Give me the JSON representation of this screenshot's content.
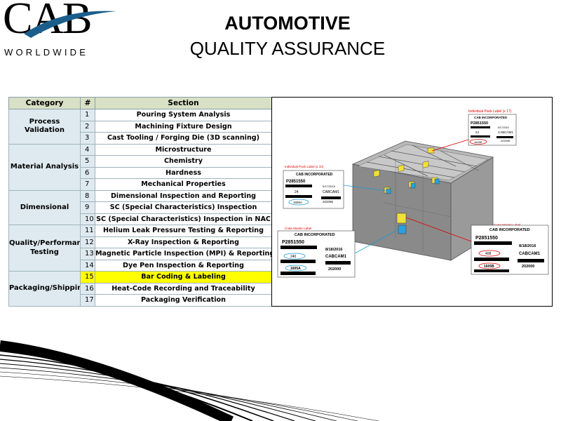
{
  "logo": {
    "main": "CAB",
    "sub": "WORLDWIDE"
  },
  "title": {
    "line1": "AUTOMOTIVE",
    "line2": "QUALITY ASSURANCE"
  },
  "table": {
    "headers": {
      "category": "Category",
      "num": "#",
      "section": "Section"
    },
    "groups": [
      {
        "category": "Process Validation",
        "rows": [
          {
            "num": "1",
            "section": "Pouring System Analysis"
          },
          {
            "num": "2",
            "section": "Machining Fixture Design"
          },
          {
            "num": "3",
            "section": "Cast Tooling / Forging Die (3D scanning)"
          }
        ]
      },
      {
        "category": "Material Analysis",
        "rows": [
          {
            "num": "4",
            "section": "Microstructure"
          },
          {
            "num": "5",
            "section": "Chemistry"
          },
          {
            "num": "6",
            "section": "Hardness"
          },
          {
            "num": "7",
            "section": "Mechanical Properties"
          }
        ]
      },
      {
        "category": "Dimensional",
        "rows": [
          {
            "num": "8",
            "section": "Dimensional Inspection and Reporting"
          },
          {
            "num": "9",
            "section": "SC (Special Characteristics) Inspection"
          },
          {
            "num": "10",
            "section": "SC (Special Characteristics) Inspection in NAC"
          }
        ]
      },
      {
        "category": "Quality/Performance Testing",
        "rows": [
          {
            "num": "11",
            "section": "Helium Leak Pressure Testing & Reporting"
          },
          {
            "num": "12",
            "section": "X-Ray Inspection & Reporting"
          },
          {
            "num": "13",
            "section": "Magnetic Particle Inspection (MPI) & Reporting"
          },
          {
            "num": "14",
            "section": "Dye Pen Inspection & Reporting"
          }
        ]
      },
      {
        "category": "Packaging/Shipping",
        "rows": [
          {
            "num": "15",
            "section": "Bar Coding & Labeling",
            "highlight": true
          },
          {
            "num": "16",
            "section": "Heat-Code Recording and Traceability"
          },
          {
            "num": "17",
            "section": "Packaging Verification"
          }
        ]
      }
    ]
  },
  "panel": {
    "label_a": {
      "caption": "Individual Pack Label (x 17)",
      "company": "CAB INCORPORATED",
      "part": "P2851550",
      "qty": "24",
      "ship": "CABCAM1",
      "lot": "1605B",
      "date": "5/17/2016",
      "code": "202096"
    },
    "label_b": {
      "caption": "Individual Pack Label (x 10)",
      "company": "CAB INCORPORATED",
      "part": "P2851550",
      "qty": "24",
      "ship": "CABCAM1",
      "lot": "1605A",
      "date": "5/17/2016",
      "code": "202096"
    },
    "label_c": {
      "caption": "Crate Master Label",
      "company": "CAB INCORPORATED",
      "part": "P2851550",
      "qty": "240",
      "ship": "CABCAM1",
      "lot": "1605A",
      "date": "8/18/2016",
      "code": "202000"
    },
    "label_d": {
      "caption": "Crate Master Label",
      "company": "CAB INCORPORATED",
      "part": "P2851550",
      "qty": "408",
      "ship": "CABCAM1",
      "lot": "1605B",
      "date": "8/18/2016",
      "code": "202000"
    }
  },
  "colors": {
    "header_bg": "#d8e0c5",
    "category_bg": "#dfeaf0",
    "highlight": "#ffff00",
    "callout_red": "#e00000",
    "callout_blue": "#1a9ad6"
  }
}
